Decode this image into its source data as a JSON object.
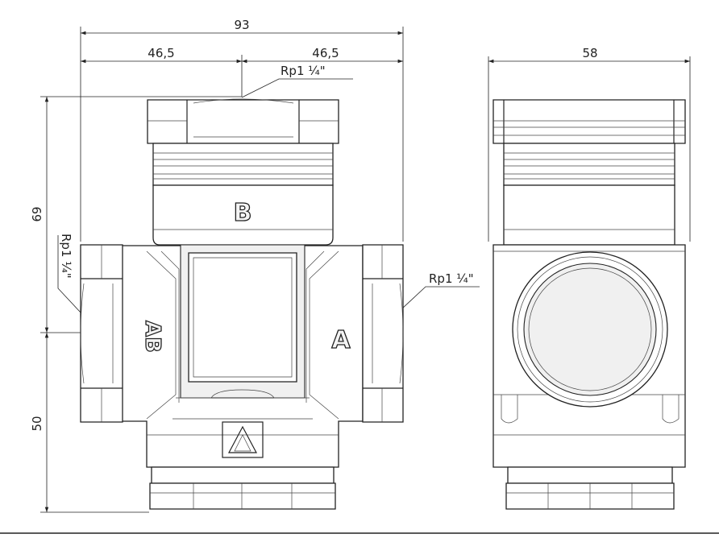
{
  "dimensions": {
    "total_width": "93",
    "half_width_left": "46,5",
    "half_width_right": "46,5",
    "side_width": "58",
    "upper_height": "69",
    "lower_height": "50"
  },
  "threads": {
    "top": "Rp1 ¼\"",
    "right": "Rp1 ¼\"",
    "left": "Rp1 ¼\""
  },
  "ports": {
    "top": "B",
    "right": "A",
    "left": "AB"
  },
  "colors": {
    "line": "#222222",
    "background": "#ffffff"
  }
}
